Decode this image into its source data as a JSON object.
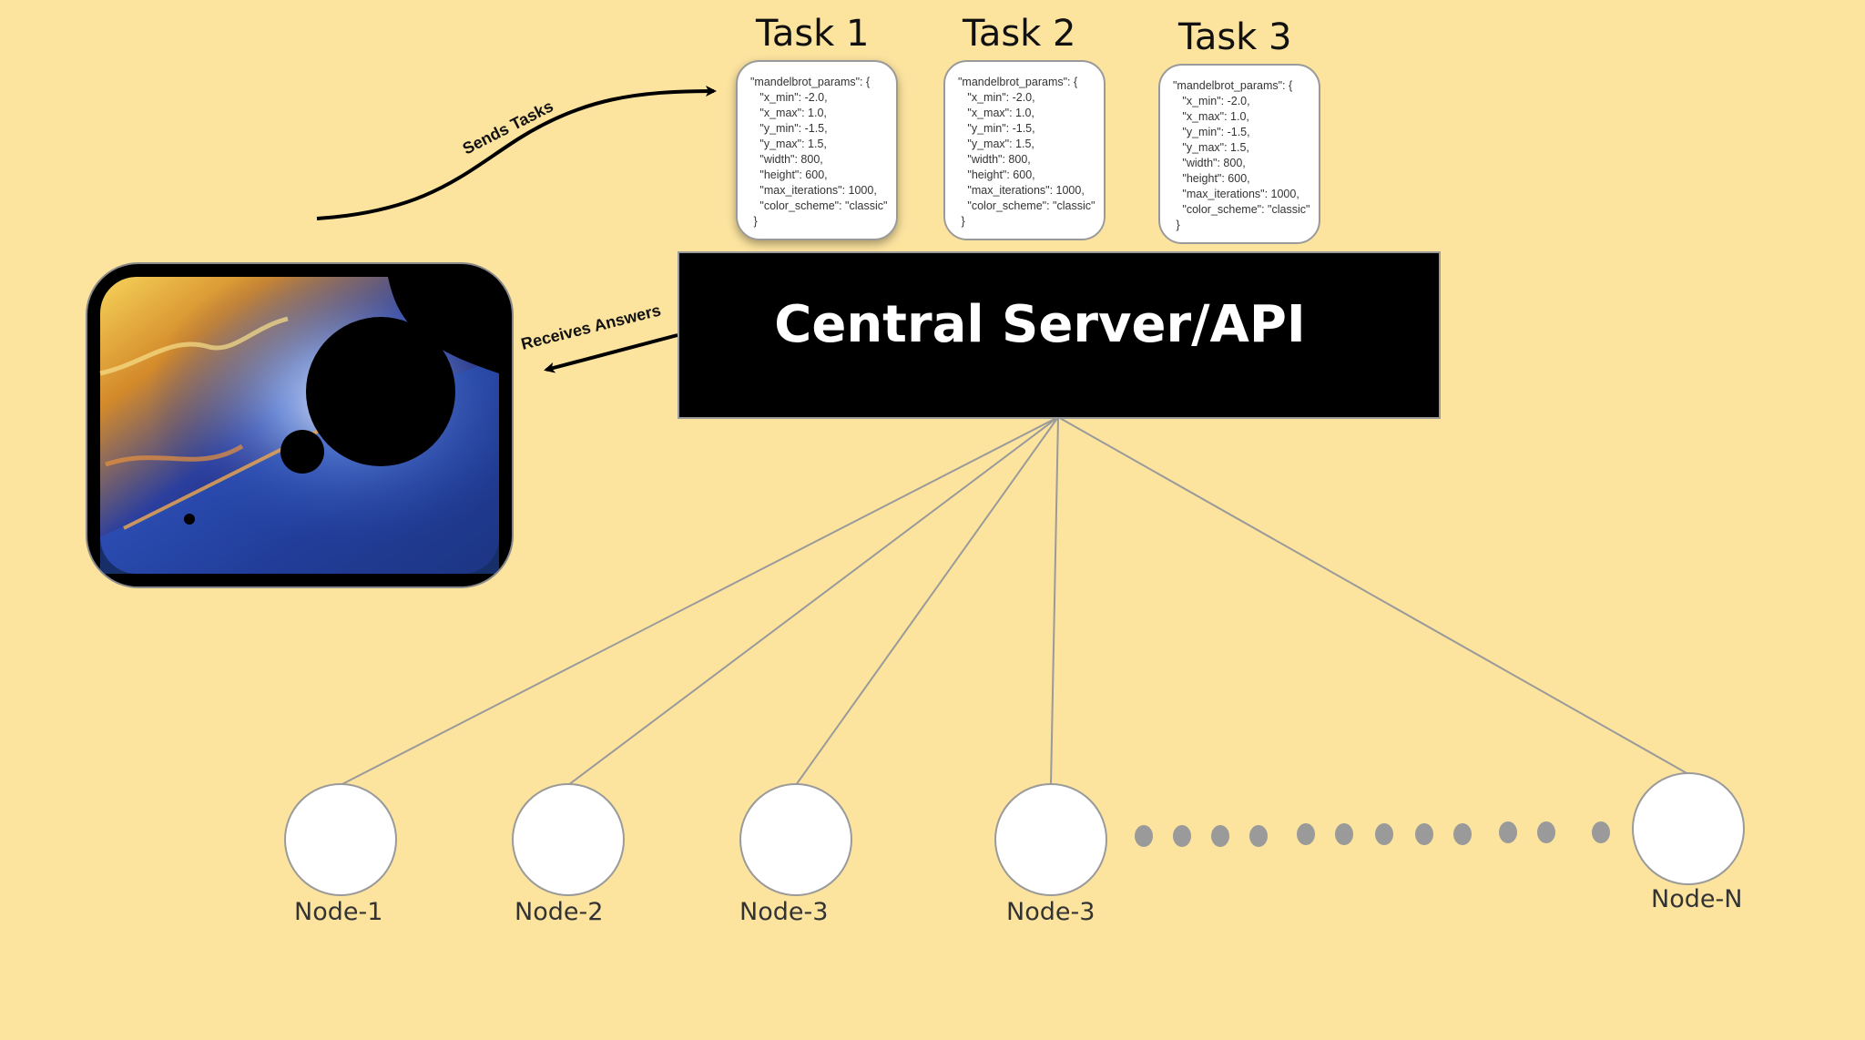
{
  "tasks": [
    {
      "title": "Task 1",
      "lines": [
        "\"mandelbrot_params\": {",
        "   \"x_min\": -2.0,",
        "   \"x_max\": 1.0,",
        "   \"y_min\": -1.5,",
        "   \"y_max\": 1.5,",
        "   \"width\": 800,",
        "   \"height\": 600,",
        "   \"max_iterations\": 1000,",
        "   \"color_scheme\": \"classic\"",
        " }"
      ]
    },
    {
      "title": "Task 2",
      "lines": [
        "\"mandelbrot_params\": {",
        "   \"x_min\": -2.0,",
        "   \"x_max\": 1.0,",
        "   \"y_min\": -1.5,",
        "   \"y_max\": 1.5,",
        "   \"width\": 800,",
        "   \"height\": 600,",
        "   \"max_iterations\": 1000,",
        "   \"color_scheme\": \"classic\"",
        " }"
      ]
    },
    {
      "title": "Task 3",
      "lines": [
        "\"mandelbrot_params\": {",
        "   \"x_min\": -2.0,",
        "   \"x_max\": 1.0,",
        "   \"y_min\": -1.5,",
        "   \"y_max\": 1.5,",
        "   \"width\": 800,",
        "   \"height\": 600,",
        "   \"max_iterations\": 1000,",
        "   \"color_scheme\": \"classic\"",
        " }"
      ]
    }
  ],
  "server": {
    "label": "Central Server/API"
  },
  "arrows": {
    "sends": "Sends Tasks",
    "receives": "Receives Answers"
  },
  "nodes": [
    "Node-1",
    "Node-2",
    "Node-3",
    "Node-3",
    "Node-N"
  ],
  "colors": {
    "background": "#fce49f",
    "server_box": "#000000",
    "connector": "#9a9a9a",
    "node_fill": "#ffffff",
    "ellipsis_dot": "#9a9a9a"
  },
  "icons": {
    "fractal": "mandelbrot-fractal-image"
  }
}
